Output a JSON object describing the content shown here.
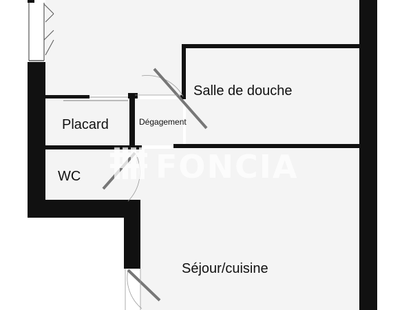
{
  "rooms": {
    "salle_de_douche": "Salle de douche",
    "placard": "Placard",
    "degagement": "Dégagement",
    "wc": "WC",
    "sejour_cuisine": "Séjour/cuisine"
  },
  "watermark": {
    "brand": "FONCIA"
  },
  "colors": {
    "wall": "#111111",
    "background": "#ffffff",
    "floor": "#f4f4f4",
    "door_line": "#555555",
    "watermark": "#ffffff"
  }
}
